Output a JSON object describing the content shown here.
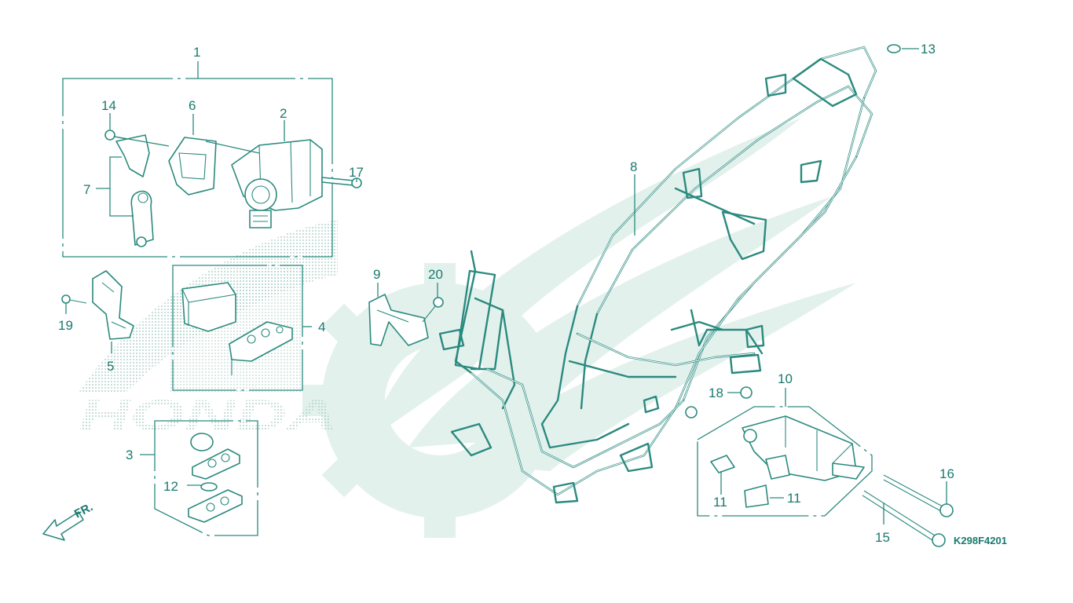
{
  "diagram": {
    "drawing_code": "K298F4201",
    "direction_label": "FR.",
    "background_logo_text": "HONDA",
    "colors": {
      "line": "#2a8a7e",
      "text": "#1a7a6e",
      "watermark": "#dceee9"
    },
    "callouts": [
      {
        "id": "c1",
        "label": "1"
      },
      {
        "id": "c2",
        "label": "2"
      },
      {
        "id": "c3",
        "label": "3"
      },
      {
        "id": "c4",
        "label": "4"
      },
      {
        "id": "c5",
        "label": "5"
      },
      {
        "id": "c6",
        "label": "6"
      },
      {
        "id": "c7",
        "label": "7"
      },
      {
        "id": "c8",
        "label": "8"
      },
      {
        "id": "c9",
        "label": "9"
      },
      {
        "id": "c10",
        "label": "10"
      },
      {
        "id": "c11a",
        "label": "11"
      },
      {
        "id": "c11b",
        "label": "11"
      },
      {
        "id": "c12",
        "label": "12"
      },
      {
        "id": "c13",
        "label": "13"
      },
      {
        "id": "c14",
        "label": "14"
      },
      {
        "id": "c15",
        "label": "15"
      },
      {
        "id": "c16",
        "label": "16"
      },
      {
        "id": "c17",
        "label": "17"
      },
      {
        "id": "c18",
        "label": "18"
      },
      {
        "id": "c19",
        "label": "19"
      },
      {
        "id": "c20",
        "label": "20"
      }
    ]
  }
}
